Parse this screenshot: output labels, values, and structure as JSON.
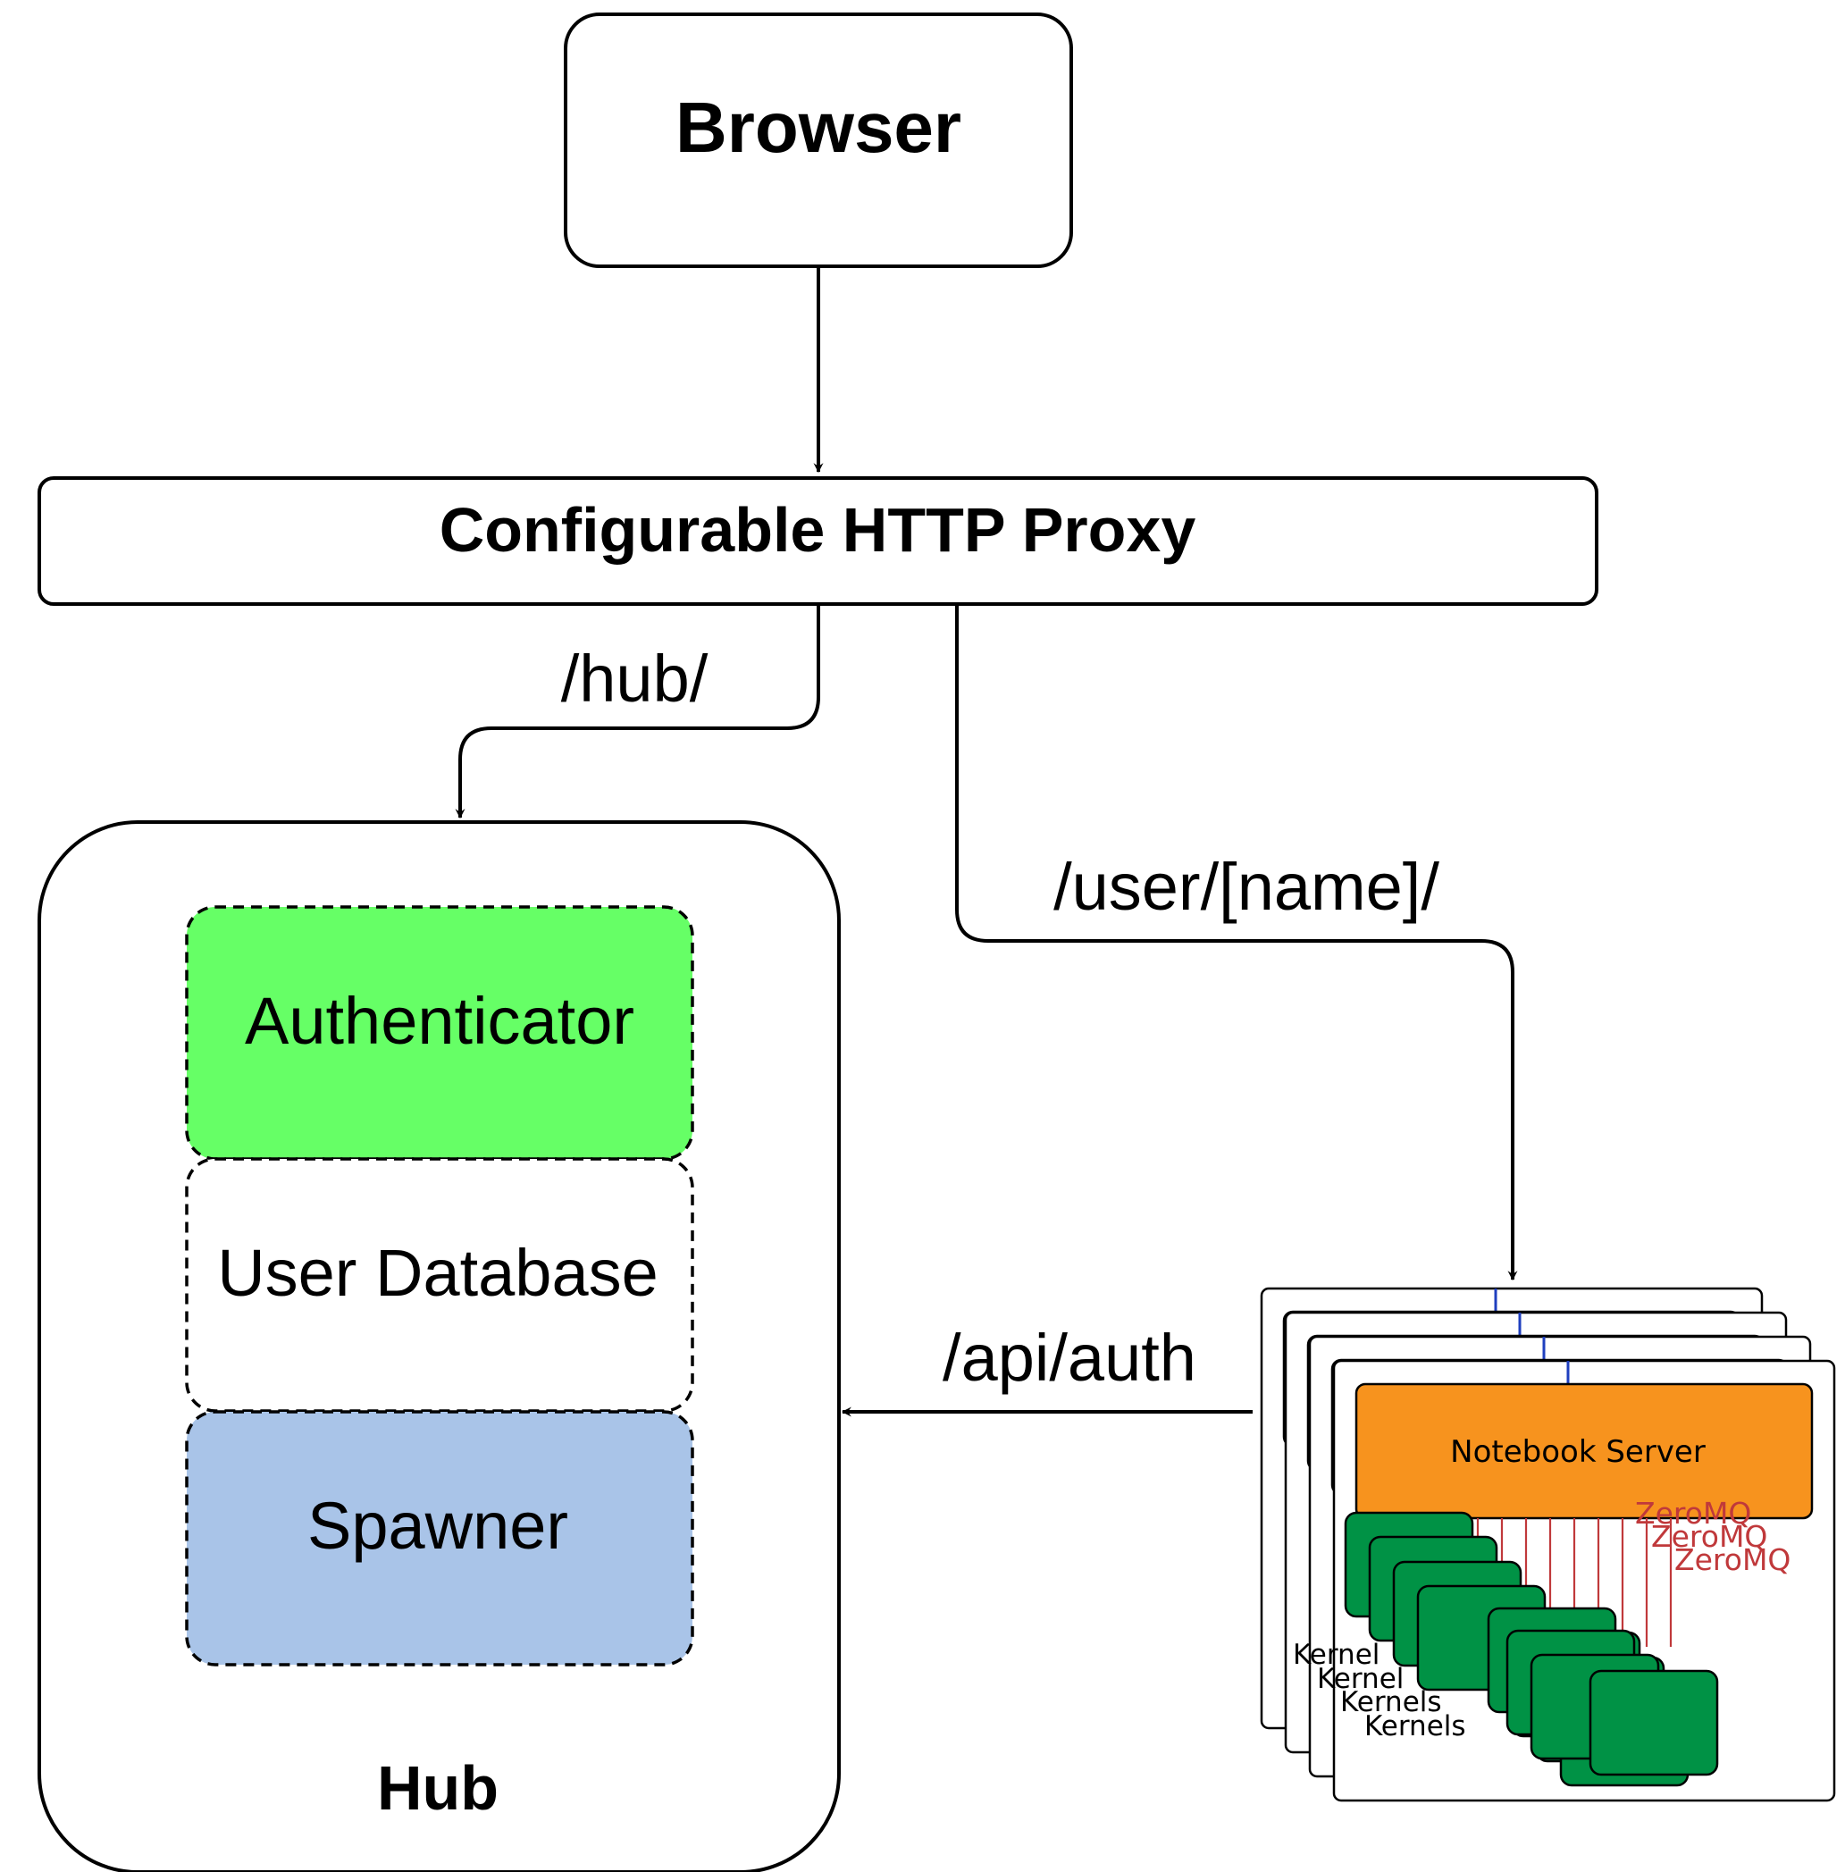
{
  "nodes": {
    "browser": "Browser",
    "proxy": "Configurable HTTP Proxy",
    "hub": "Hub",
    "authenticator": "Authenticator",
    "user_database": "User Database",
    "spawner": "Spawner",
    "notebook_server": "Notebook Server",
    "kernel": "Kernel",
    "kernels": "Kernels",
    "zeromq": "ZeroMQ"
  },
  "edges": {
    "hub_route": "/hub/",
    "user_route": "/user/[name]/",
    "auth_route": "/api/auth"
  },
  "colors": {
    "authenticator": "#66ff66",
    "spawner": "#a9c4e8",
    "notebook_server": "#f7931e",
    "kernel": "#009245",
    "zeromq": "#c0393b",
    "connector": "#1f3fbf"
  }
}
